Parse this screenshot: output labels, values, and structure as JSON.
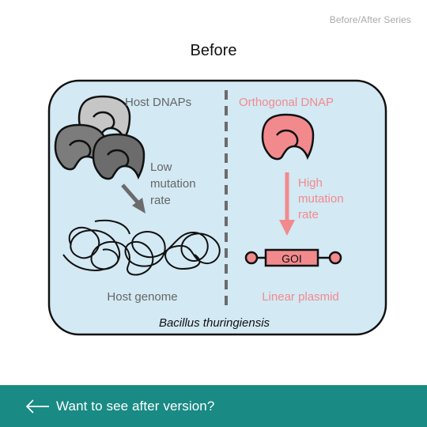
{
  "header": {
    "series_label": "Before/After Series",
    "title": "Before"
  },
  "figure": {
    "left_title": "Host DNAPs",
    "right_title": "Orthogonal DNAP",
    "low_rate_line1": "Low",
    "low_rate_line2": "mutation",
    "low_rate_line3": "rate",
    "high_rate_line1": "High",
    "high_rate_line2": "mutation",
    "high_rate_line3": "rate",
    "goi_label": "GOI",
    "left_caption": "Host genome",
    "right_caption": "Linear plasmid",
    "organism": "Bacillus thuringiensis",
    "colors": {
      "cell_fill": "#d3e9f4",
      "pink": "#f28a8d",
      "gray_text": "#666666"
    }
  },
  "footer": {
    "cta_label": "Want to see after version?",
    "arrow_icon": "arrow-left-icon"
  }
}
